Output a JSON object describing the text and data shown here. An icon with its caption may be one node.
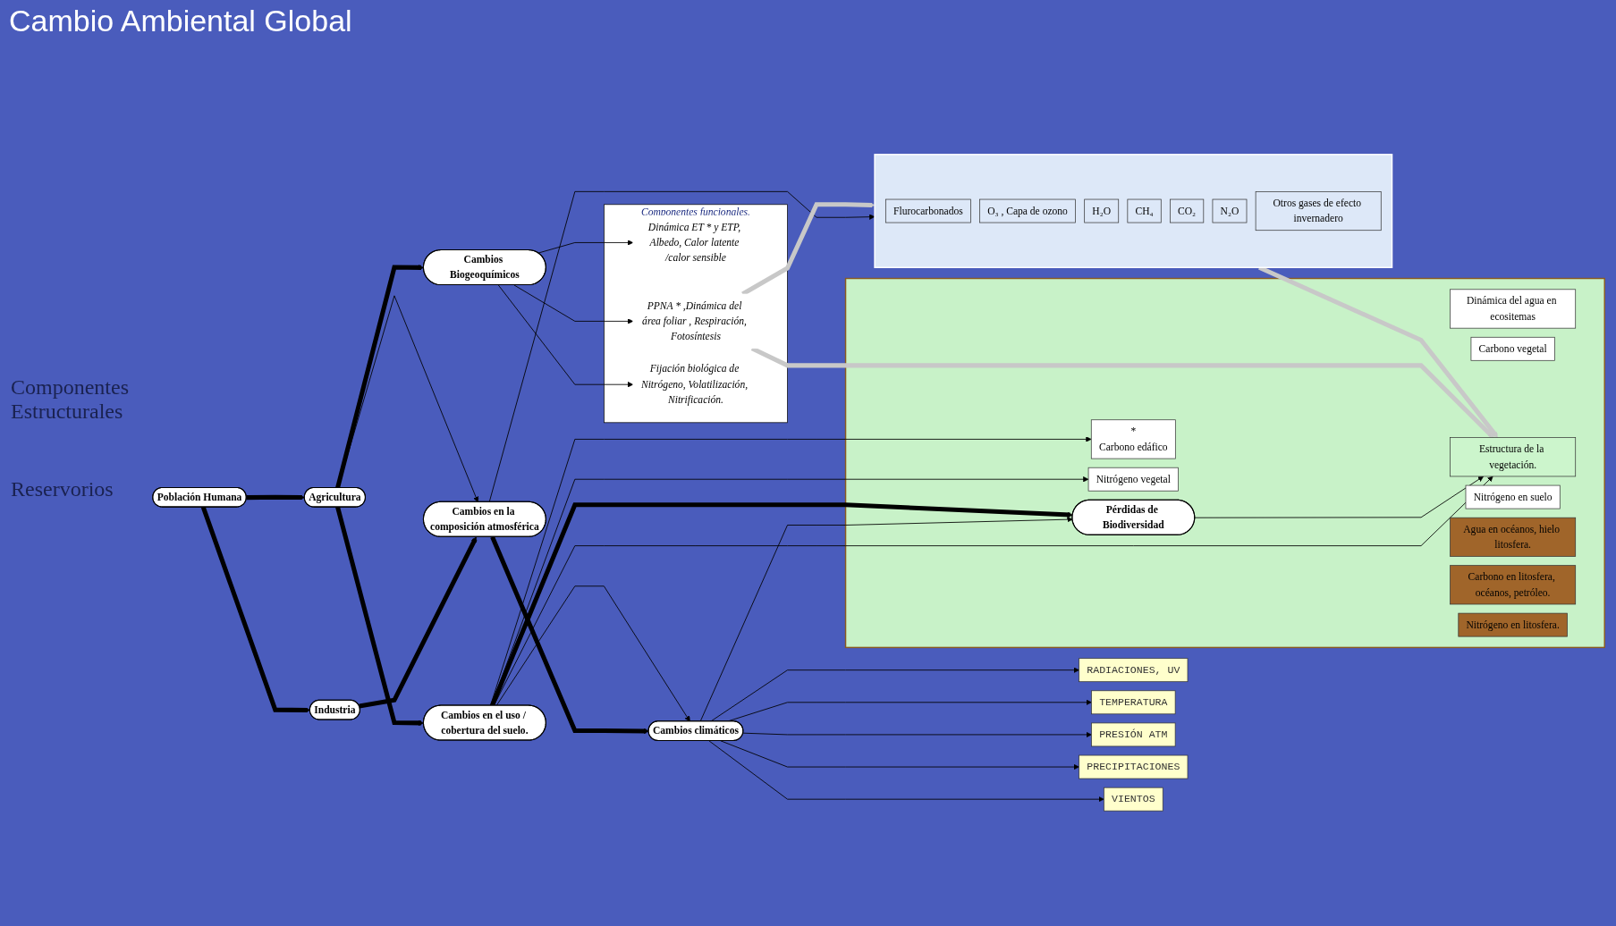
{
  "diagram": {
    "title": "Cambio Ambiental Global",
    "nodes": [
      {
        "text": [
          "Población Humana"
        ]
      },
      {
        "text": [
          "Industria"
        ]
      },
      {
        "text": [
          "Agricultura"
        ]
      },
      {
        "text": [
          "Cambios en la composición atmosférica"
        ]
      },
      {
        "text": [],
        "shape": "box"
      },
      {
        "text": [
          "Flurocarbonados"
        ],
        "in": 4
      },
      {
        "text": [
          "O₃ , Capa de ozono"
        ],
        "in": 4
      },
      {
        "text": [
          "H₂O"
        ],
        "in": 4
      },
      {
        "text": [
          "CH₄"
        ],
        "in": 4
      },
      {
        "text": [
          "CO₂"
        ],
        "in": 4
      },
      {
        "text": [
          "N₂O"
        ],
        "in": 4
      },
      {
        "text": [
          "Otros gases de efecto invernadero"
        ],
        "in": 4
      },
      {
        "text": [
          "Cambios climáticos"
        ]
      },
      {
        "text": [
          "RADIACIONES, UV"
        ]
      },
      {
        "text": [
          "TEMPERATURA"
        ]
      },
      {
        "text": [
          "PRESIÓN ATM"
        ]
      },
      {
        "text": [
          "PRECIPITACIONES"
        ]
      },
      {
        "text": [
          "VIENTOS"
        ]
      },
      {
        "text": [
          "Componentes funcionales."
        ]
      },
      {
        "text": [
          "Dinámica ET * y ETP, Albedo, Calor latente /calor sensible"
        ],
        "in": 18
      },
      {
        "text": [
          "PPNA * ,Dinámica del área foliar , Respiración, Fotosíntesis"
        ],
        "in": 18
      },
      {
        "text": [
          "Fijación biológica de Nitrógeno, Volatilización, Nitrificación."
        ],
        "in": 18
      },
      {
        "text": [
          "Cambios Biogeoquímicos"
        ]
      },
      {
        "text": [],
        "shape": "box"
      },
      {
        "text": [
          "Estructura de la vegetación."
        ],
        "in": 23
      },
      {
        "text": [
          "Pérdidas de Biodiversidad"
        ],
        "in": 23
      },
      {
        "text": [
          "Dinámica del agua en ecositemas"
        ],
        "in": 23
      },
      {
        "text": [
          "Carbono vegetal"
        ],
        "in": 23
      },
      {
        "text": [
          "*",
          "Carbono edáfico"
        ],
        "in": 23
      },
      {
        "text": [
          "Nitrógeno vegetal"
        ],
        "in": 23
      },
      {
        "text": [
          "Nitrógeno en suelo"
        ],
        "in": 23
      },
      {
        "text": [
          "Agua en océanos, hielo litosfera."
        ],
        "in": 23
      },
      {
        "text": [
          "Carbono en litosfera, océanos, petróleo."
        ],
        "in": 23
      },
      {
        "text": [
          "Nitrógeno en litosfera."
        ],
        "in": 23
      },
      {
        "text": [
          "Cambios en el uso / cobertura del suelo."
        ]
      }
    ],
    "edges": [
      {
        "from": 0,
        "to": 1,
        "arrow": "to",
        "style": "thick"
      },
      {
        "from": 0,
        "to": 2,
        "arrow": "to",
        "style": "thick"
      },
      {
        "from": 1,
        "to": 3,
        "arrow": "to",
        "style": "thick"
      },
      {
        "from": 2,
        "to": 3,
        "arrow": "to"
      },
      {
        "from": 2,
        "to": 22,
        "arrow": "to",
        "style": "thick"
      },
      {
        "from": 2,
        "to": 34,
        "arrow": "to",
        "style": "thick"
      },
      {
        "from": 3,
        "to": 4,
        "arrow": "to"
      },
      {
        "from": 3,
        "to": 12,
        "arrow": "to",
        "style": "thick"
      },
      {
        "from": 12,
        "to": 13,
        "arrow": "to"
      },
      {
        "from": 12,
        "to": 14,
        "arrow": "to"
      },
      {
        "from": 12,
        "to": 15,
        "arrow": "to"
      },
      {
        "from": 12,
        "to": 16,
        "arrow": "to"
      },
      {
        "from": 12,
        "to": 17,
        "arrow": "to"
      },
      {
        "from": 12,
        "to": 25,
        "arrow": "to"
      },
      {
        "from": 34,
        "to": 12,
        "arrow": "to"
      },
      {
        "from": 22,
        "to": 19,
        "arrow": "to"
      },
      {
        "from": 22,
        "to": 20,
        "arrow": "to"
      },
      {
        "from": 22,
        "to": 21,
        "arrow": "to"
      },
      {
        "from": 34,
        "to": 25,
        "arrow": "to",
        "style": "thick"
      },
      {
        "from": 34,
        "to": 24,
        "arrow": "to"
      },
      {
        "from": 34,
        "to": 28,
        "arrow": "to"
      },
      {
        "from": 34,
        "to": 29,
        "arrow": "to"
      },
      {
        "from": 25,
        "to": 24,
        "arrow": "to"
      },
      {
        "from": 20,
        "to": 4,
        "arrow": "to",
        "style": "thick",
        "color": "#c8c8c8"
      },
      {
        "from": 4,
        "to": 24,
        "arrow": "to",
        "style": "thick",
        "color": "#c8c8c8"
      },
      {
        "from": 20,
        "to": 24,
        "arrow": "to",
        "style": "thick",
        "color": "#c8c8c8"
      }
    ],
    "labels": [
      "Componentes Estructurales",
      "Reservorios"
    ]
  }
}
